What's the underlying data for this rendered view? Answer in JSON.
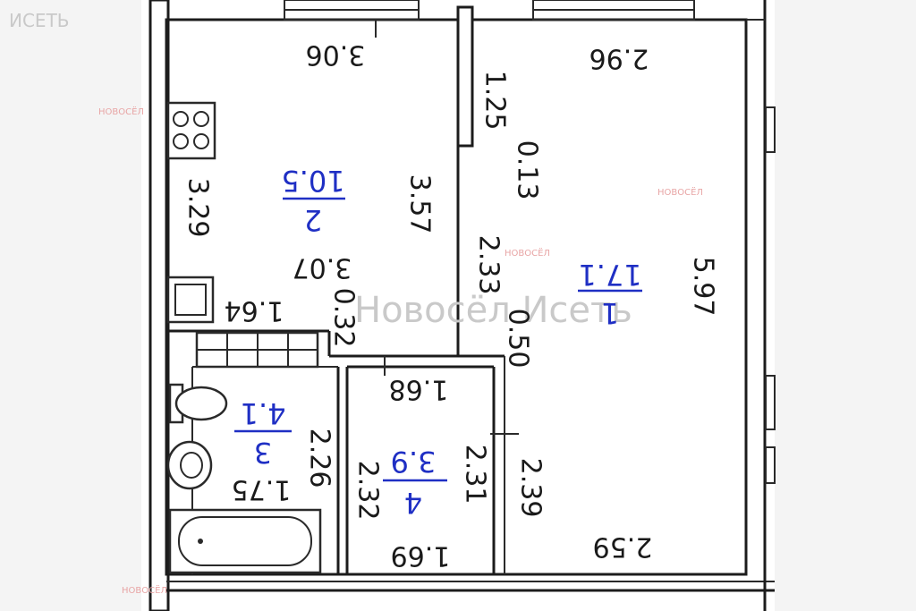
{
  "watermark": {
    "text": "Новосёл Исеть",
    "corner_text": "ИСЕТЬ",
    "badge_text": "НОВОСЁЛ"
  },
  "rooms": [
    {
      "id": "room-1",
      "number": "1",
      "area": "17.1",
      "color": "#1f2fc4"
    },
    {
      "id": "room-2",
      "number": "2",
      "area": "10.5",
      "color": "#1f2fc4"
    },
    {
      "id": "room-3",
      "number": "3",
      "area": "4.1",
      "color": "#1f2fc4"
    },
    {
      "id": "room-4",
      "number": "4",
      "area": "3.9",
      "color": "#1f2fc4"
    }
  ],
  "dimensions": [
    "3.06",
    "2.96",
    "1.25",
    "3.29",
    "3.57",
    "0.13",
    "2.33",
    "3.07",
    "0.32",
    "1.64",
    "0.50",
    "5.97",
    "1.68",
    "2.26",
    "1.75",
    "2.32",
    "2.31",
    "2.39",
    "1.69",
    "2.59"
  ],
  "colors": {
    "wall": "#1c1c1c",
    "room_label": "#1f2fc4",
    "watermark_badge": "#e8a5a5"
  }
}
